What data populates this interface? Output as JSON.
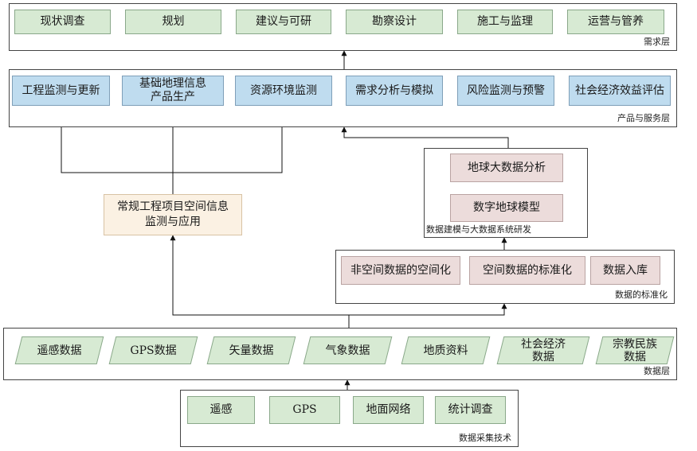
{
  "layers": {
    "demand": {
      "caption": "需求层",
      "items": [
        "现状调查",
        "规划",
        "建议与可研",
        "勘察设计",
        "施工与监理",
        "运营与管养"
      ]
    },
    "product": {
      "caption": "产品与服务层",
      "items": [
        "工程监测与更新",
        "基础地理信息\n产品生产",
        "资源环境监测",
        "需求分析与模拟",
        "风险监测与预警",
        "社会经济效益评估"
      ]
    },
    "conventional": {
      "label": "常规工程项目空间信息\n监测与应用"
    },
    "bigdata": {
      "caption": "数据建模与大数据系统研发",
      "analysis": "地球大数据分析",
      "model": "数字地球模型"
    },
    "standardization": {
      "caption": "数据的标准化",
      "items": [
        "非空间数据的空间化",
        "空间数据的标准化",
        "数据入库"
      ]
    },
    "data": {
      "caption": "数据层",
      "items": [
        "遥感数据",
        "GPS数据",
        "矢量数据",
        "气象数据",
        "地质资料",
        "社会经济\n数据",
        "宗教民族\n数据"
      ]
    },
    "collection": {
      "caption": "数据采集技术",
      "items": [
        "遥感",
        "GPS",
        "地面网络",
        "统计调查"
      ]
    }
  }
}
